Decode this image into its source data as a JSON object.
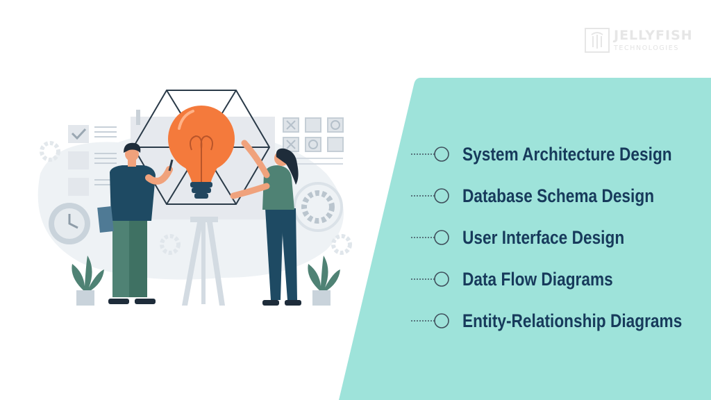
{
  "logo": {
    "name": "JELLYFISH",
    "subtitle": "TECHNOLOGIES",
    "icon": "jellyfish-logo-icon"
  },
  "colors": {
    "panel": "#9ee3da",
    "text": "#173a5b",
    "accent": "#f47a3c",
    "figure_dark": "#1e4a63",
    "figure_green": "#4f8274",
    "muted": "#d3dbe2"
  },
  "items": [
    {
      "label": "System Architecture Design"
    },
    {
      "label": "Database Schema Design"
    },
    {
      "label": "User Interface Design"
    },
    {
      "label": "Data Flow Diagrams"
    },
    {
      "label": "Entity-Relationship Diagrams"
    }
  ],
  "illustration": {
    "icons": [
      "lightbulb-icon",
      "gear-icon",
      "clock-icon",
      "checklist-icon",
      "plant-icon",
      "person-icon"
    ]
  }
}
